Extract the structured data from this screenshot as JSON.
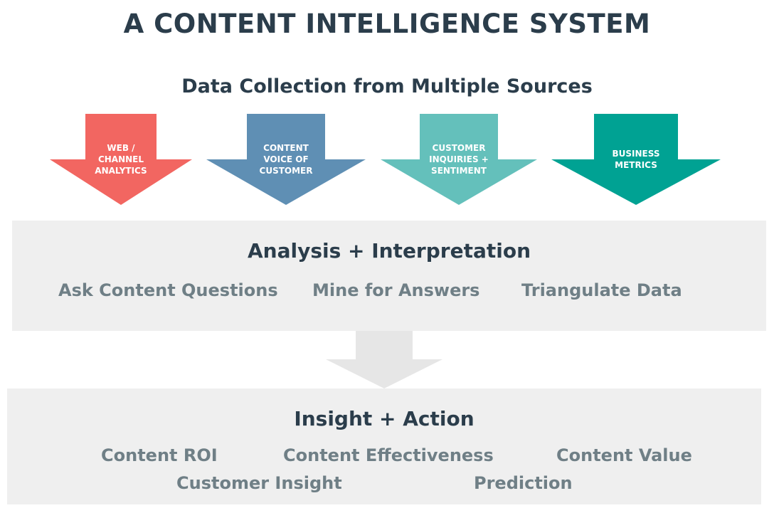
{
  "title": "A CONTENT INTELLIGENCE SYSTEM",
  "subtitle": "Data Collection from Multiple Sources",
  "sources": [
    {
      "lines": [
        "WEB /",
        "CHANNEL",
        "ANALYTICS"
      ],
      "color": "#f26661"
    },
    {
      "lines": [
        "CONTENT",
        "VOICE OF",
        "CUSTOMER"
      ],
      "color": "#5f8fb4"
    },
    {
      "lines": [
        "CUSTOMER",
        "INQUIRIES +",
        "SENTIMENT"
      ],
      "color": "#64c0bb"
    },
    {
      "lines": [
        "BUSINESS",
        "METRICS"
      ],
      "color": "#00a293"
    }
  ],
  "analysis": {
    "title": "Analysis + Interpretation",
    "items": [
      "Ask Content Questions",
      "Mine for Answers",
      "Triangulate Data"
    ]
  },
  "insight": {
    "title": "Insight + Action",
    "items": [
      "Content ROI",
      "Content Effectiveness",
      "Content Value",
      "Customer Insight",
      "Prediction"
    ]
  }
}
